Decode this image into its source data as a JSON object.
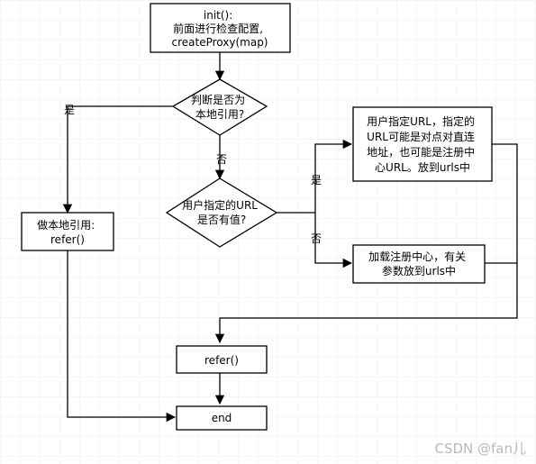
{
  "diagram": {
    "nodes": [
      {
        "id": "init",
        "shape": "rect",
        "lines": [
          "init():",
          "前面进行检查配置,",
          "createProxy(map)"
        ]
      },
      {
        "id": "decision1",
        "shape": "diamond",
        "lines": [
          "判断是否为",
          "本地引用?"
        ]
      },
      {
        "id": "local",
        "shape": "rect",
        "lines": [
          "做本地引用:",
          "refer()"
        ]
      },
      {
        "id": "decision2",
        "shape": "diamond",
        "lines": [
          "用户指定的URL",
          "是否有值?"
        ]
      },
      {
        "id": "urlbox",
        "shape": "rect",
        "lines": [
          "用户指定URL，指定的",
          "URL可能是对点对直连",
          "地址，也可能是注册中",
          "心URL。放到urls中"
        ]
      },
      {
        "id": "registry",
        "shape": "rect",
        "lines": [
          "加载注册中心，有关",
          "参数放到urls中"
        ]
      },
      {
        "id": "refer",
        "shape": "rect",
        "lines": [
          "refer()"
        ]
      },
      {
        "id": "end",
        "shape": "rect",
        "lines": [
          "end"
        ]
      }
    ],
    "edge_labels": {
      "d1_yes": "是",
      "d1_no": "否",
      "d2_yes": "是",
      "d2_no": "否"
    }
  },
  "watermark": "CSDN @fan儿",
  "colors": {
    "stroke": "#000000",
    "grid": "#ececec",
    "watermark": "#b9b9b9"
  }
}
